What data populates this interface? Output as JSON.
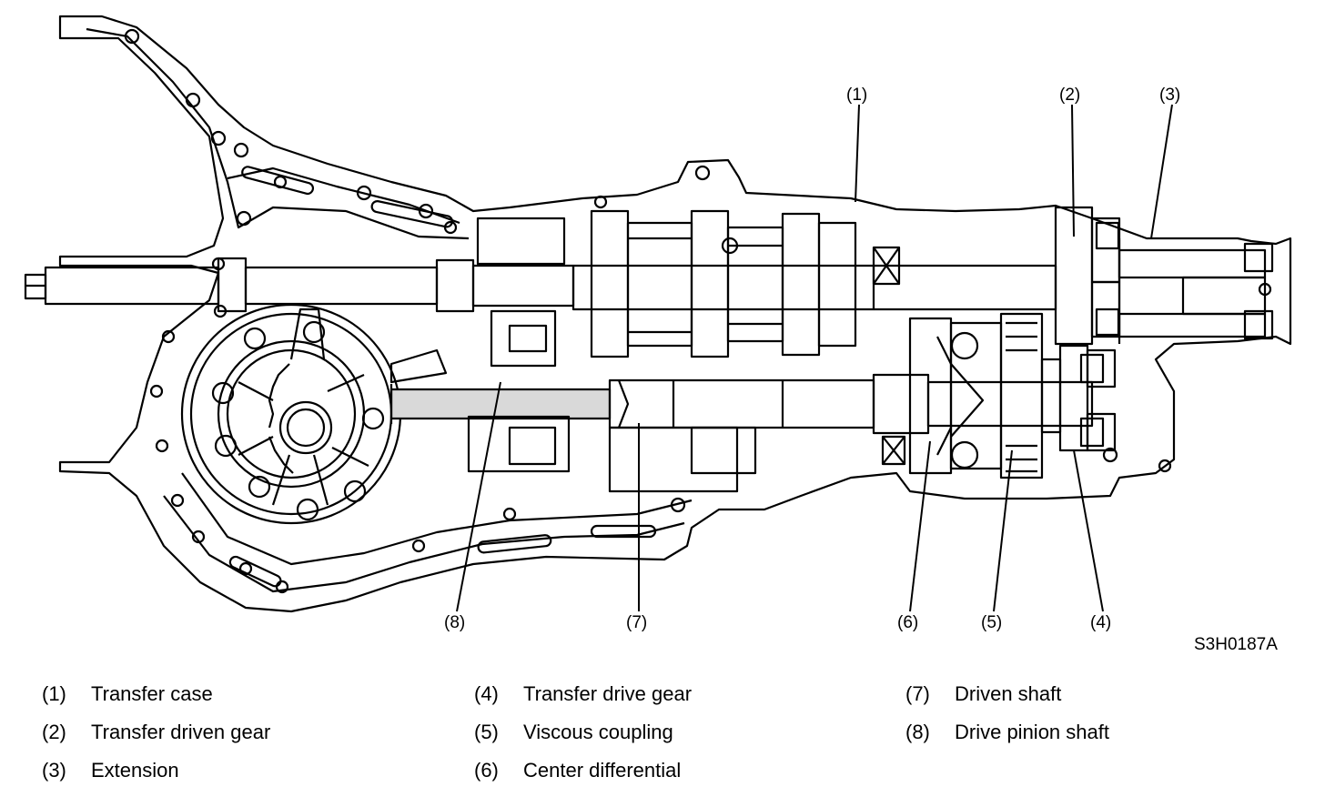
{
  "figure_id": "S3H0187A",
  "callouts": [
    "(1)",
    "(2)",
    "(3)",
    "(4)",
    "(5)",
    "(6)",
    "(7)",
    "(8)"
  ],
  "legend": [
    {
      "num": "(1)",
      "label": "Transfer case"
    },
    {
      "num": "(2)",
      "label": "Transfer driven gear"
    },
    {
      "num": "(3)",
      "label": "Extension"
    },
    {
      "num": "(4)",
      "label": "Transfer drive gear"
    },
    {
      "num": "(5)",
      "label": "Viscous coupling"
    },
    {
      "num": "(6)",
      "label": "Center differential"
    },
    {
      "num": "(7)",
      "label": "Driven shaft"
    },
    {
      "num": "(8)",
      "label": "Drive pinion shaft"
    }
  ],
  "colors": {
    "ink": "#000000",
    "paper": "#ffffff",
    "shade": "#d9d9d9"
  }
}
